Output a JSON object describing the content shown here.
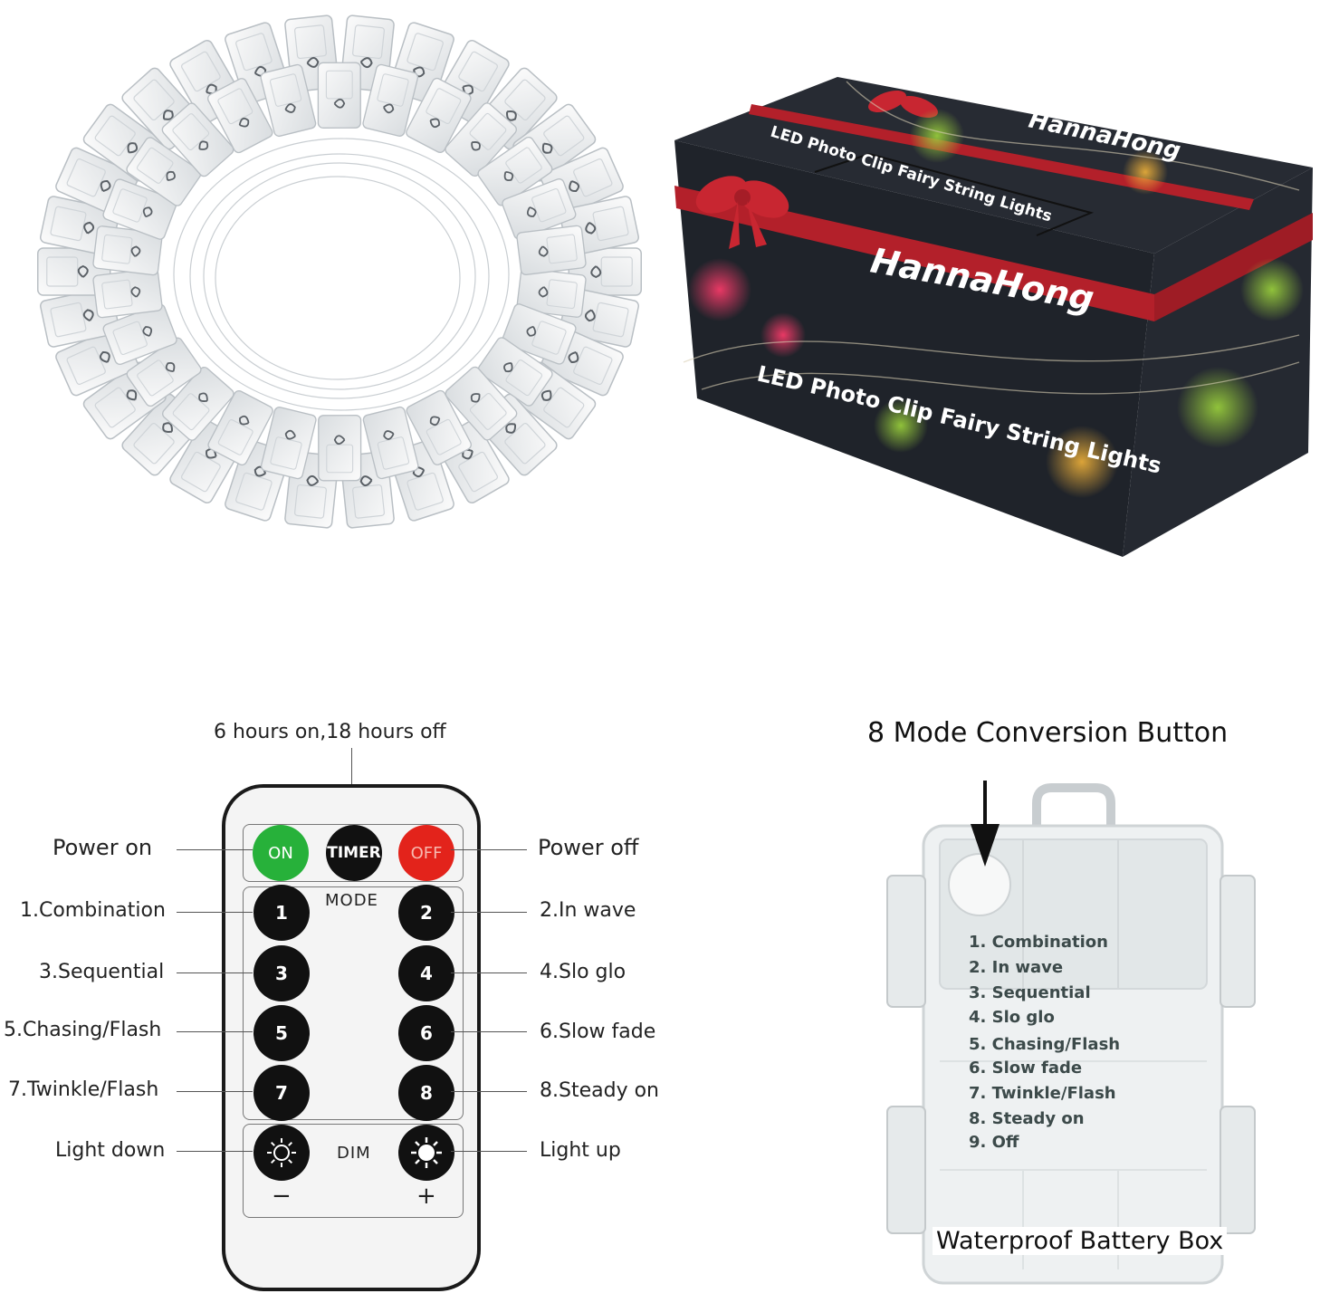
{
  "box": {
    "brand_top": "HannaHong",
    "brand_front": "HannaHong",
    "product_top": "LED Photo Clip Fairy String Lights",
    "product_front": "LED Photo Clip Fairy String Lights"
  },
  "remote": {
    "timer_callout": "6 hours on,18 hours off",
    "buttons": {
      "on": "ON",
      "timer": "TIMER",
      "off": "OFF",
      "b1": "1",
      "b2": "2",
      "b3": "3",
      "b4": "4",
      "b5": "5",
      "b6": "6",
      "b7": "7",
      "b8": "8"
    },
    "mode_label": "MODE",
    "dim_label": "DIM",
    "minus": "−",
    "plus": "+",
    "callouts": {
      "power_on": "Power on",
      "power_off": "Power off",
      "m1": "1.Combination",
      "m2": "2.In wave",
      "m3": "3.Sequential",
      "m4": "4.Slo glo",
      "m5": "5.Chasing/Flash",
      "m6": "6.Slow fade",
      "m7": "7.Twinkle/Flash",
      "m8": "8.Steady on",
      "light_down": "Light down",
      "light_up": "Light up"
    }
  },
  "battery": {
    "title": "8 Mode Conversion Button",
    "modes": [
      "1. Combination",
      "2. In wave",
      "3. Sequential",
      "4. Slo glo",
      "5. Chasing/Flash",
      "6. Slow fade",
      "7. Twinkle/Flash",
      "8. Steady on",
      "9. Off"
    ],
    "label": "Waterproof Battery Box"
  },
  "colors": {
    "on_button": "#27b13a",
    "off_button": "#e3231b",
    "box_dark": "#1f232a",
    "ribbon": "#b3202a"
  }
}
